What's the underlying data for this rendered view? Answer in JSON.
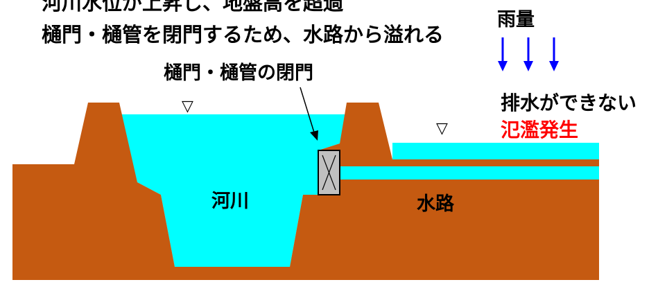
{
  "title_lines": [
    "河川水位が上昇し、地盤高を超過",
    "樋門・樋管を閉門するため、水路から溢れる"
  ],
  "labels": {
    "rain": "雨量",
    "gate": "樋門・樋管の閉門",
    "no_drainage": "排水ができない",
    "flooding": "氾濫発生",
    "river": "河川",
    "channel": "水路",
    "water_level_marker": "▽"
  },
  "colors": {
    "ground": "#c55a11",
    "water": "#00ffff",
    "arrow": "#0000ff",
    "gate_fill": "#c0c0c0",
    "flood_text": "#ff0000"
  }
}
